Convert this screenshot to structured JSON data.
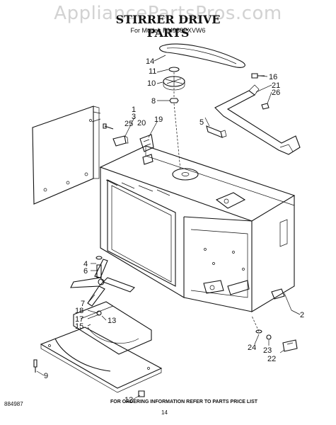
{
  "watermark": "AppliancePartsPros.com",
  "title": "STIRRER DRIVE PARTS",
  "model_line": "For Model: RM988PXVW6",
  "footer_note": "FOR ORDERING INFORMATION REFER TO PARTS PRICE LIST",
  "diagram_code": "884987",
  "page_number": "14",
  "callouts": {
    "c1": "1",
    "c2": "2",
    "c3": "3",
    "c4": "4",
    "c5": "5",
    "c6": "6",
    "c7": "7",
    "c8": "8",
    "c9": "9",
    "c10": "10",
    "c11": "11",
    "c12": "12",
    "c13": "13",
    "c14": "14",
    "c15": "15",
    "c16": "16",
    "c17": "17",
    "c18": "18",
    "c19": "19",
    "c20": "20",
    "c21": "21",
    "c22": "22",
    "c23": "23",
    "c24": "24",
    "c25": "25",
    "c26": "26"
  }
}
